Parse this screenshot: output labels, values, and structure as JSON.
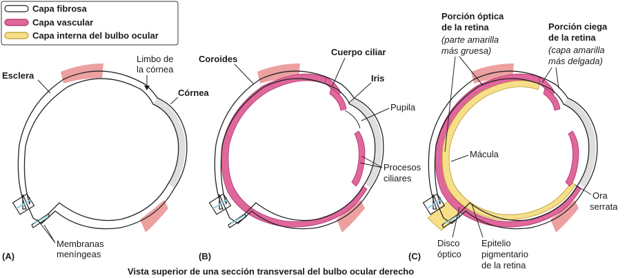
{
  "legend": {
    "items": [
      {
        "label": "Capa fibrosa",
        "color": "#ffffff"
      },
      {
        "label": "Capa vascular",
        "color": "#e0679c"
      },
      {
        "label": "Capa interna del bulbo ocular",
        "color": "#f7df8a"
      }
    ]
  },
  "colors": {
    "vascular": "#e0679c",
    "vascular_dark": "#b83a72",
    "retina": "#f7df8a",
    "muscle": "#e98f8f",
    "cornea": "#dedede",
    "meninges": "#8fd0e0"
  },
  "panels": {
    "a": {
      "letter": "(A)",
      "esclera": "Esclera",
      "limbo_1": "Limbo de",
      "limbo_2": "la córnea",
      "cornea": "Córnea",
      "membranas_1": "Membranas",
      "membranas_2": "meníngeas"
    },
    "b": {
      "letter": "(B)",
      "coroides": "Coroides",
      "cuerpo_ciliar": "Cuerpo ciliar",
      "iris": "Iris",
      "pupila": "Pupila",
      "procesos_1": "Procesos",
      "procesos_2": "ciliares"
    },
    "c": {
      "letter": "(C)",
      "optica_1": "Porción óptica",
      "optica_2": "de la retina",
      "optica_3": "(parte amarilla",
      "optica_4": "más gruesa)",
      "ciega_1": "Porción ciega",
      "ciega_2": "de la retina",
      "ciega_3": "(capa amarilla",
      "ciega_4": "más delgada)",
      "macula": "Mácula",
      "ora_1": "Ora",
      "ora_2": "serrata",
      "disco_1": "Disco",
      "disco_2": "óptico",
      "epitelio_1": "Epitelio",
      "epitelio_2": "pigmentario",
      "epitelio_3": "de la retina"
    }
  },
  "caption": "Vista superior de una sección transversal del bulbo ocular derecho"
}
